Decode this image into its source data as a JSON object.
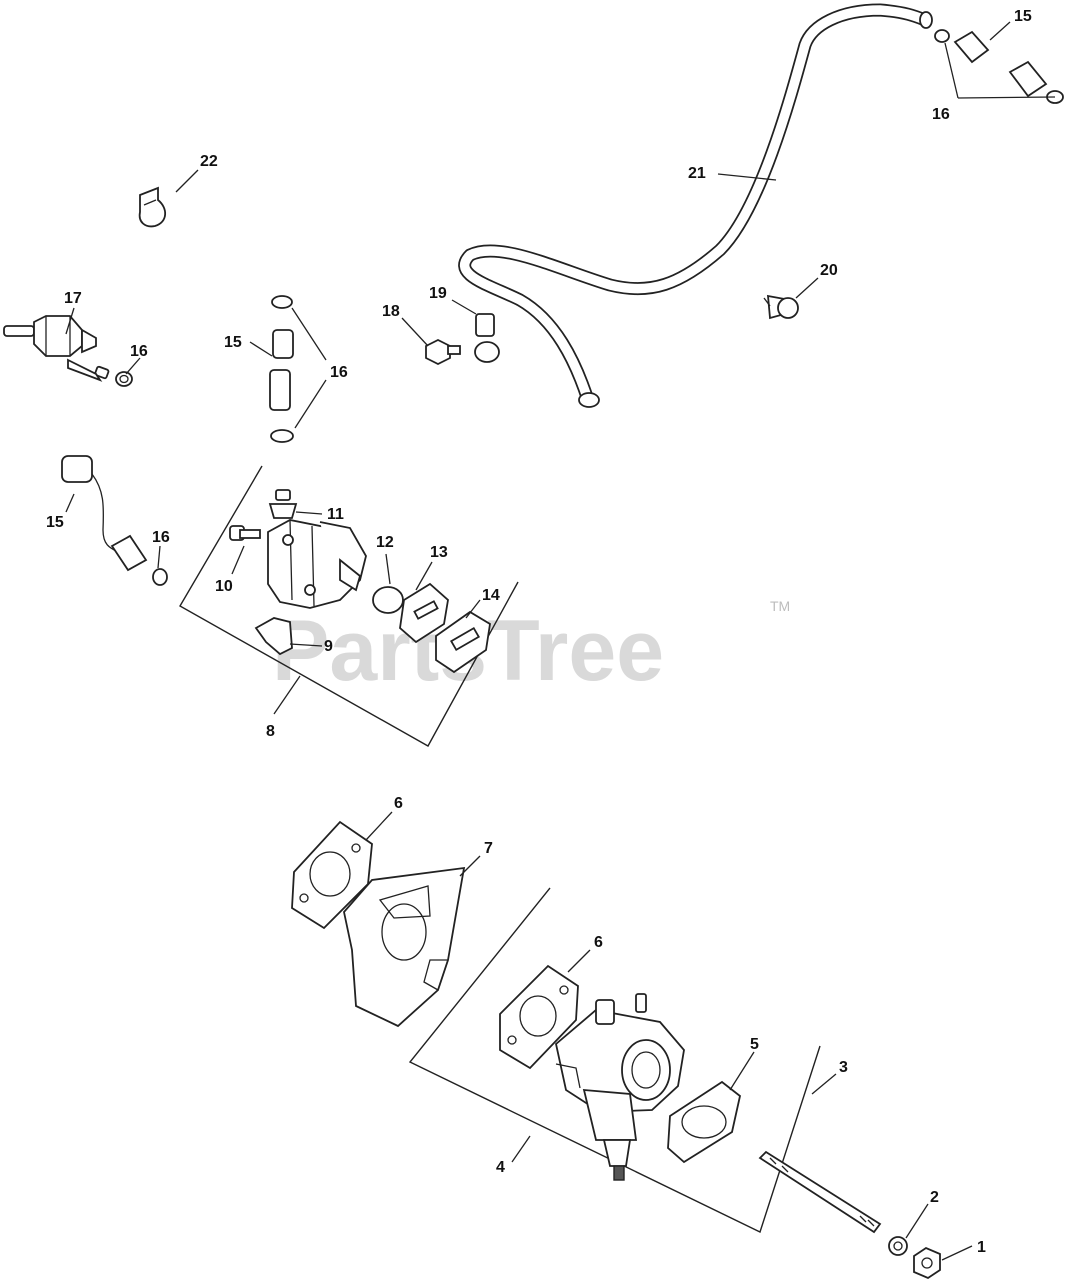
{
  "watermark": {
    "text": "PartsTree",
    "mark": "TM"
  },
  "callouts": [
    "1",
    "2",
    "3",
    "4",
    "5",
    "6",
    "7",
    "8",
    "9",
    "10",
    "11",
    "12",
    "13",
    "14",
    "15",
    "16",
    "17",
    "18",
    "19",
    "20",
    "21",
    "22"
  ]
}
